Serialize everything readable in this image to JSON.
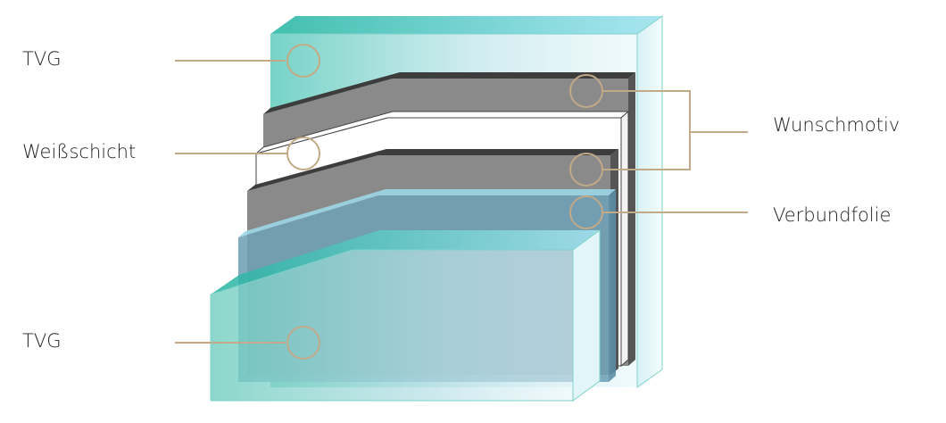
{
  "labels": {
    "tvg_top": "TVG",
    "weissschicht": "Weißschicht",
    "tvg_bottom": "TVG",
    "wunschmotiv": "Wunschmotiv",
    "verbundfolie": "Verbundfolie"
  },
  "colors": {
    "glass_edge": "#4fc4b4",
    "glass_light": "#c8eaf0",
    "glass_dark": "#2fb8a6",
    "print_gray": "#8c8c8c",
    "print_dark": "#444444",
    "interlayer_blue": "#6a9fb8",
    "marker": "#c2a987",
    "white_layer": "#ffffff"
  }
}
